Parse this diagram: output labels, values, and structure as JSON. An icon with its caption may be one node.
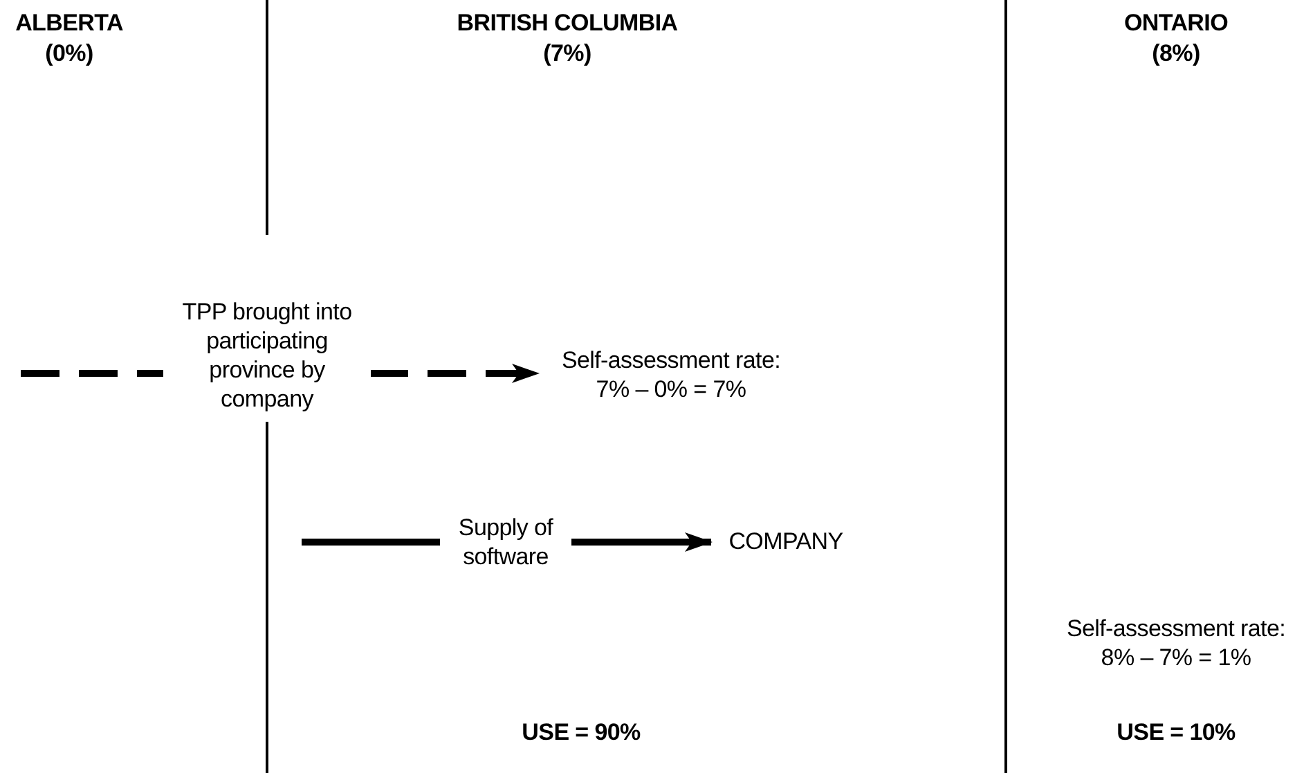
{
  "diagram": {
    "nodes": [
      {
        "text": [
          "Self-assessment rate: 7% – 0% = 7%"
        ]
      },
      {
        "text": [
          "COMPANY"
        ]
      }
    ],
    "edges": [
      {
        "from": null,
        "to": 0,
        "arrow": "to",
        "style": "dashed",
        "label": "TPP brought into participating province by company"
      },
      {
        "from": null,
        "to": 1,
        "arrow": "to",
        "label": "Supply of software"
      }
    ],
    "labels": [
      "ALBERTA",
      "(0%)",
      "BRITISH COLUMBIA",
      "(7%)",
      "ONTARIO",
      "(8%)",
      "Self-assessment rate: 8% – 7% = 1%",
      "USE = 90%",
      "USE = 10%"
    ]
  }
}
